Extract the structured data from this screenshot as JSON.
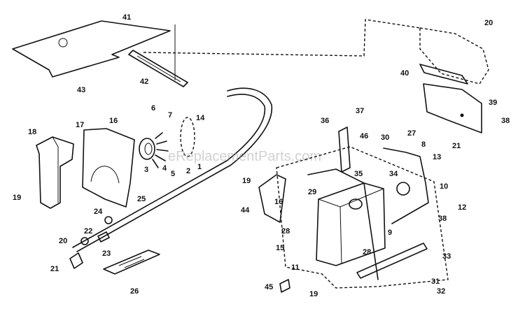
{
  "watermark": "eReplacementParts.com",
  "callouts": [
    "41",
    "43",
    "42",
    "20",
    "40",
    "39",
    "38",
    "21",
    "6",
    "7",
    "14",
    "18",
    "17",
    "16",
    "3",
    "4",
    "5",
    "2",
    "1",
    "19",
    "25",
    "24",
    "22",
    "20",
    "21",
    "23",
    "26",
    "36",
    "37",
    "46",
    "30",
    "27",
    "8",
    "13",
    "19",
    "35",
    "34",
    "10",
    "44",
    "29",
    "16",
    "12",
    "38",
    "28",
    "9",
    "15",
    "28",
    "11",
    "33",
    "45",
    "19",
    "31",
    "32"
  ]
}
